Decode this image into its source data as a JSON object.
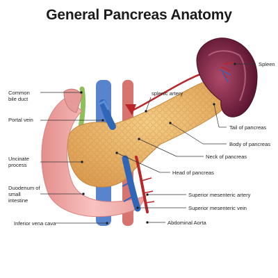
{
  "title": "General Pancreas Anatomy",
  "labels": {
    "spleen": "Spleen",
    "common_bile_duct": "Common bile duct",
    "splenic_artery": "splenic artery",
    "portal_vein": "Portal vein",
    "tail_of_pancreas": "Tail of pancreas",
    "body_of_pancreas": "Body of pancreas",
    "uncinate_process": "Uncinate process",
    "neck_of_pancreas": "Neck of pancreas",
    "head_of_pancreas": "Head of pancreas",
    "duodenum": "Duodenum of small intestine",
    "superior_mesenteric_artery": "Superior mesenteric artery",
    "superior_mesenteric_vein": "Superior mesenteric vein",
    "inferior_vena_cava": "Inferior vena cava",
    "abdominal_aorta": "Abdominal Aorta"
  },
  "colors": {
    "pancreas": "#e8b86e",
    "spleen": "#6e1e3a",
    "duodenum": "#f2a8a6",
    "vein": "#2f66b8",
    "artery": "#b8262a",
    "bile_duct": "#8dbf5a"
  }
}
